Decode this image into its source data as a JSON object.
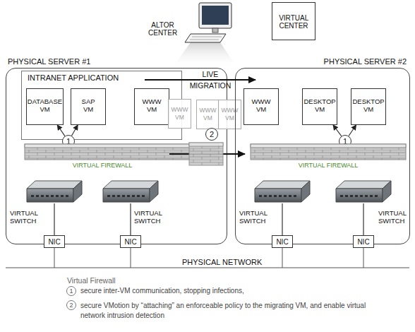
{
  "diagram": {
    "nodes": [
      {
        "text": [
          "ALTOR CENTER"
        ]
      },
      {
        "text": [
          "VIRTUAL CENTER"
        ]
      },
      {
        "text": [
          "PHYSICAL SERVER #1"
        ]
      },
      {
        "text": [
          "INTRANET APPLICATION"
        ],
        "in": 2
      },
      {
        "text": [
          "DATABASE VM"
        ],
        "in": 3
      },
      {
        "text": [
          "SAP VM"
        ],
        "in": 3
      },
      {
        "text": [
          "WWW VM"
        ],
        "in": 3
      },
      {
        "text": [
          "WWW VM"
        ]
      },
      {
        "text": [
          "WWW VM"
        ]
      },
      {
        "text": [
          "WWW VM"
        ]
      },
      {
        "text": [
          "PHYSICAL SERVER #2"
        ]
      },
      {
        "text": [
          "WWW VM"
        ],
        "in": 10
      },
      {
        "text": [
          "DESKTOP VM"
        ],
        "in": 10
      },
      {
        "text": [
          "DESKTOP VM"
        ],
        "in": 10
      },
      {
        "text": [
          "1"
        ],
        "in": 2
      },
      {
        "text": [
          "2"
        ]
      },
      {
        "text": [
          "1"
        ],
        "in": 10
      },
      {
        "text": [
          "VIRTUAL FIREWALL"
        ],
        "in": 2
      },
      {
        "text": [
          "VIRTUAL FIREWALL"
        ],
        "in": 10
      },
      {
        "text": [
          "VIRTUAL SWITCH"
        ],
        "in": 2
      },
      {
        "text": [
          "VIRTUAL SWITCH"
        ],
        "in": 2
      },
      {
        "text": [
          "VIRTUAL SWITCH"
        ],
        "in": 10
      },
      {
        "text": [
          "VIRTUAL SWITCH"
        ],
        "in": 10
      },
      {
        "text": [
          "NIC"
        ]
      },
      {
        "text": [
          "NIC"
        ]
      },
      {
        "text": [
          "NIC"
        ]
      },
      {
        "text": [
          "NIC"
        ]
      },
      {
        "text": [
          "1"
        ]
      },
      {
        "text": [
          "2"
        ]
      }
    ],
    "edges": [
      {
        "from": 14,
        "to": 4,
        "arrow": "to"
      },
      {
        "from": 14,
        "to": 5,
        "arrow": "to"
      },
      {
        "from": 16,
        "to": 12,
        "arrow": "to"
      },
      {
        "from": 16,
        "to": 13,
        "arrow": "to"
      },
      {
        "from": 19,
        "to": 23,
        "arrow": "none"
      },
      {
        "from": 20,
        "to": 24,
        "arrow": "none"
      },
      {
        "from": 21,
        "to": 25,
        "arrow": "none"
      },
      {
        "from": 22,
        "to": 26,
        "arrow": "none"
      }
    ],
    "labels": [
      "LIVE MIGRATION",
      "PHYSICAL NETWORK",
      "Virtual Firewall",
      "secure inter-VM communication, stopping infections,",
      "secure VMotion by “attaching” an enforceable policy to the migrating VM, and enable virtual network intrusion detection"
    ]
  }
}
